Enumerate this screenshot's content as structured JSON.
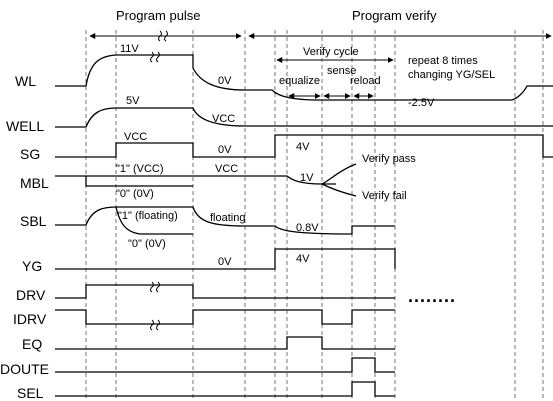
{
  "headers": {
    "program_pulse": "Program pulse",
    "program_verify": "Program verify",
    "verify_cycle": "Verify cycle",
    "equalize": "equalize",
    "sense": "sense",
    "reload": "reload",
    "repeat_note_1": "repeat 8 times",
    "repeat_note_2": "changing YG/SEL",
    "ellipsis": "........"
  },
  "signals": [
    "WL",
    "WELL",
    "SG",
    "MBL",
    "SBL",
    "YG",
    "DRV",
    "IDRV",
    "EQ",
    "DOUTE",
    "SEL"
  ],
  "annotations": {
    "wl_11v": "11V",
    "wl_0v": "0V",
    "wl_neg": "-2.5V",
    "well_5v": "5V",
    "well_vcc": "VCC",
    "sg_vcc": "VCC",
    "sg_0v": "0V",
    "sg_4v": "4V",
    "mbl_1": "\"1\" (VCC)",
    "mbl_0": "\"0\" (0V)",
    "mbl_vcc": "VCC",
    "mbl_1v": "1V",
    "mbl_pass": "Verify pass",
    "mbl_fail": "Verify fail",
    "sbl_1": "\"1\" (floating)",
    "sbl_0": "\"0\" (0V)",
    "sbl_floating": "floating",
    "sbl_08v": "0.8V",
    "yg_0v": "0V",
    "yg_4v": "4V"
  },
  "colors": {
    "waveform": "#000000",
    "gridline": "#555555"
  }
}
